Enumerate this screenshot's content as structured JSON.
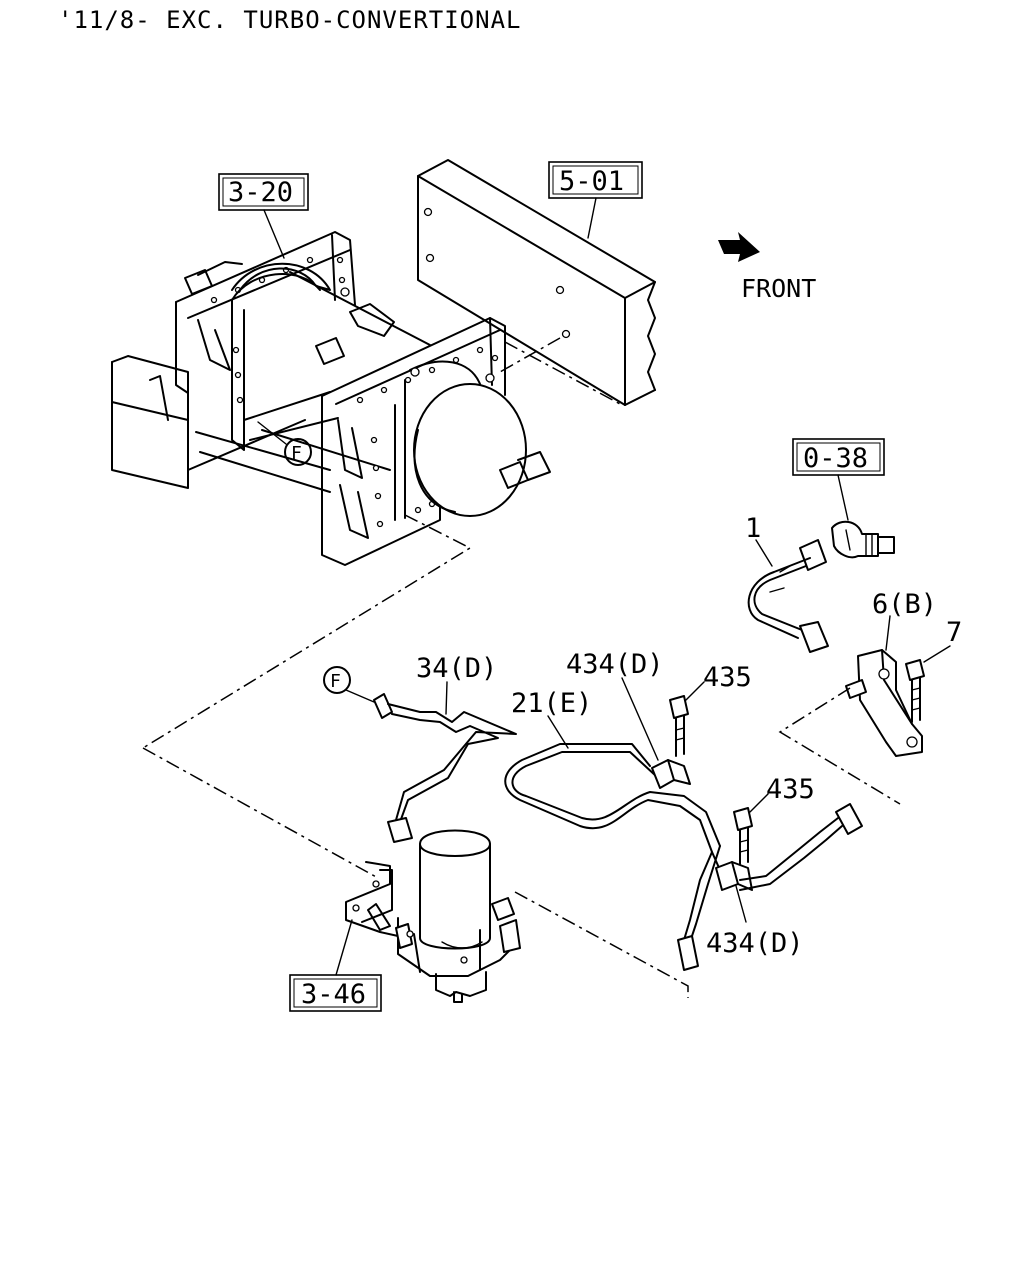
{
  "header": {
    "title": "'11/8- EXC. TURBO-CONVERTIONAL"
  },
  "direction": {
    "label": "FRONT"
  },
  "ref_boxes": {
    "frame": "3-20",
    "crossmember": "5-01",
    "fitting": "0-38",
    "dryer": "3-46"
  },
  "circle_markers": {
    "f_upper": "F",
    "f_lower": "F"
  },
  "callouts": {
    "pipe_1": "1",
    "bracket_6b": "6(B)",
    "bolt_7": "7",
    "pipe_34d": "34(D)",
    "pipe_21e": "21(E)",
    "clip_434d_upper": "434(D)",
    "bolt_435_upper": "435",
    "bolt_435_lower": "435",
    "clip_434d_lower": "434(D)"
  }
}
